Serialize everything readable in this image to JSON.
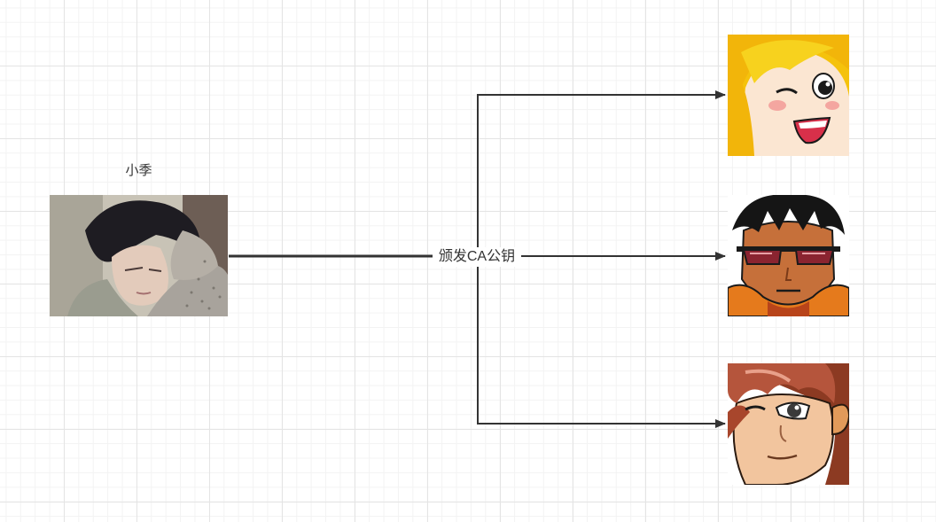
{
  "sender": {
    "name": "小季"
  },
  "edge": {
    "label": "颁发CA公钥"
  },
  "recipients": [
    {
      "avatar": "blonde-winking-girl-avatar"
    },
    {
      "avatar": "sunglasses-boy-avatar"
    },
    {
      "avatar": "red-haired-boy-avatar"
    }
  ],
  "colors": {
    "connector": "#333333",
    "grid_major": "#e4e4e4",
    "grid_minor": "#f3f3f3"
  }
}
